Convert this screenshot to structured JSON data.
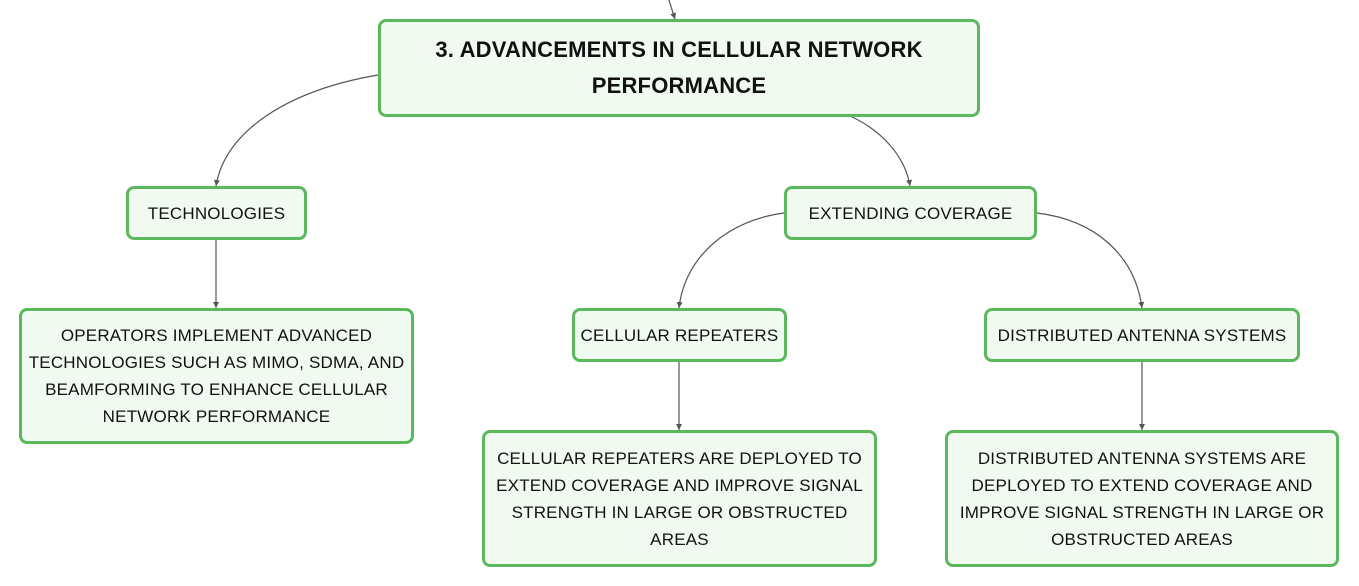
{
  "colors": {
    "node_border": "#5cb85c",
    "node_fill": "#f1faf1",
    "connector": "#555555",
    "text": "#111111"
  },
  "nodes": {
    "root": "3. ADVANCEMENTS IN CELLULAR NETWORK\nPERFORMANCE",
    "technologies": "TECHNOLOGIES",
    "extending_coverage": "EXTENDING COVERAGE",
    "operators_detail": "OPERATORS IMPLEMENT ADVANCED\nTECHNOLOGIES SUCH AS MIMO, SDMA, AND\nBEAMFORMING TO ENHANCE CELLULAR\nNETWORK PERFORMANCE",
    "cellular_repeaters": "CELLULAR REPEATERS",
    "distributed_antenna_systems": "DISTRIBUTED ANTENNA SYSTEMS",
    "repeaters_detail": "CELLULAR REPEATERS ARE DEPLOYED TO\nEXTEND COVERAGE AND IMPROVE SIGNAL\nSTRENGTH IN LARGE OR OBSTRUCTED AREAS",
    "das_detail": "DISTRIBUTED ANTENNA SYSTEMS ARE\nDEPLOYED TO EXTEND COVERAGE AND\nIMPROVE SIGNAL STRENGTH IN LARGE OR\nOBSTRUCTED AREAS"
  }
}
